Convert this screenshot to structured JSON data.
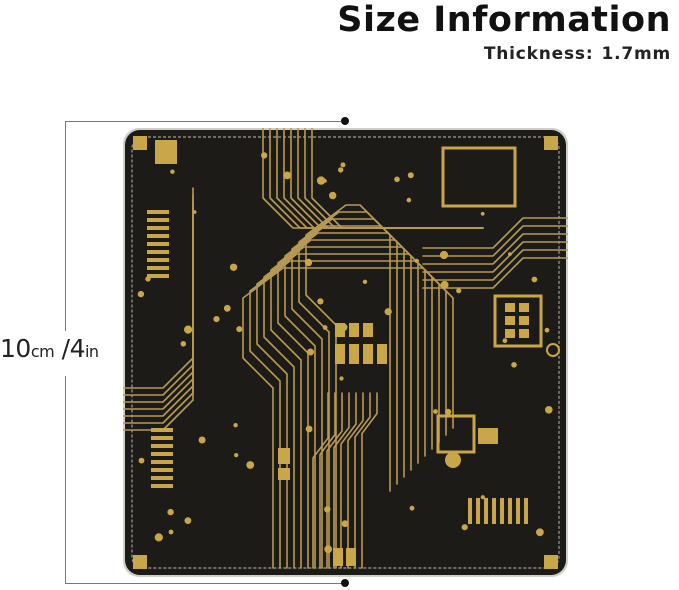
{
  "header": {
    "title": "Size Information",
    "thickness_label": "Thickness:",
    "thickness_value": "1.7mm"
  },
  "dimension": {
    "value": "10",
    "unit_metric": "cm",
    "separator": " /",
    "value_imperial": "4",
    "unit_imperial": "in"
  },
  "colors": {
    "board": "#1c1b18",
    "trace": "#b79a53",
    "pad": "#c9a648",
    "stitch": "#d9d6cc",
    "edge": "#cfcfc8"
  },
  "product": {
    "icon": "circuit-board-coaster"
  }
}
